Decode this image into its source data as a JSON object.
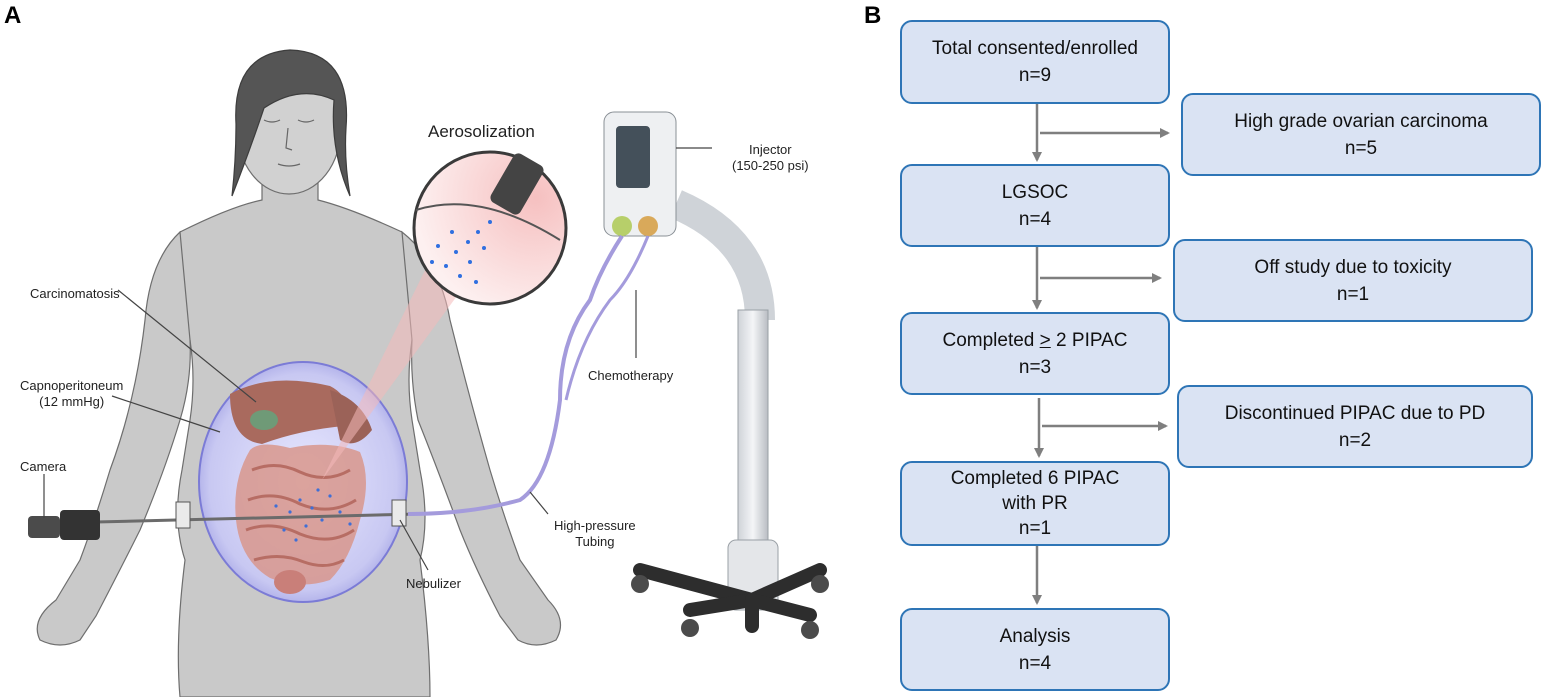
{
  "panels": {
    "a": "A",
    "b": "B"
  },
  "illustration": {
    "aerosolization_title": "Aerosolization",
    "injector": [
      "Injector",
      "(150-250 psi)"
    ],
    "carcinomatosis": "Carcinomatosis",
    "capnoperitoneum": [
      "Capnoperitoneum",
      "(12 mmHg)"
    ],
    "camera": "Camera",
    "chemotherapy": "Chemotherapy",
    "tubing": [
      "High-pressure",
      "Tubing"
    ],
    "nebulizer": "Nebulizer"
  },
  "flowchart": {
    "main": [
      {
        "lines": [
          "Total consented/enrolled",
          "n=9"
        ]
      },
      {
        "lines": [
          "LGSOC",
          "n=4"
        ]
      },
      {
        "pre": "Completed ",
        "underlined": ">",
        "post": " 2 PIPAC",
        "n": "n=3"
      },
      {
        "lines": [
          "Completed 6 PIPAC",
          "with PR",
          "n=1"
        ]
      },
      {
        "lines": [
          "Analysis",
          "n=4"
        ]
      }
    ],
    "exclusions": [
      {
        "lines": [
          "High grade ovarian carcinoma",
          "n=5"
        ]
      },
      {
        "lines": [
          "Off study due to toxicity",
          "n=1"
        ]
      },
      {
        "lines": [
          "Discontinued PIPAC due to PD",
          "n=2"
        ]
      }
    ]
  },
  "colors": {
    "box_fill": "#dae3f3",
    "box_border": "#2e75b6",
    "arrow": "#7f7f7f"
  }
}
